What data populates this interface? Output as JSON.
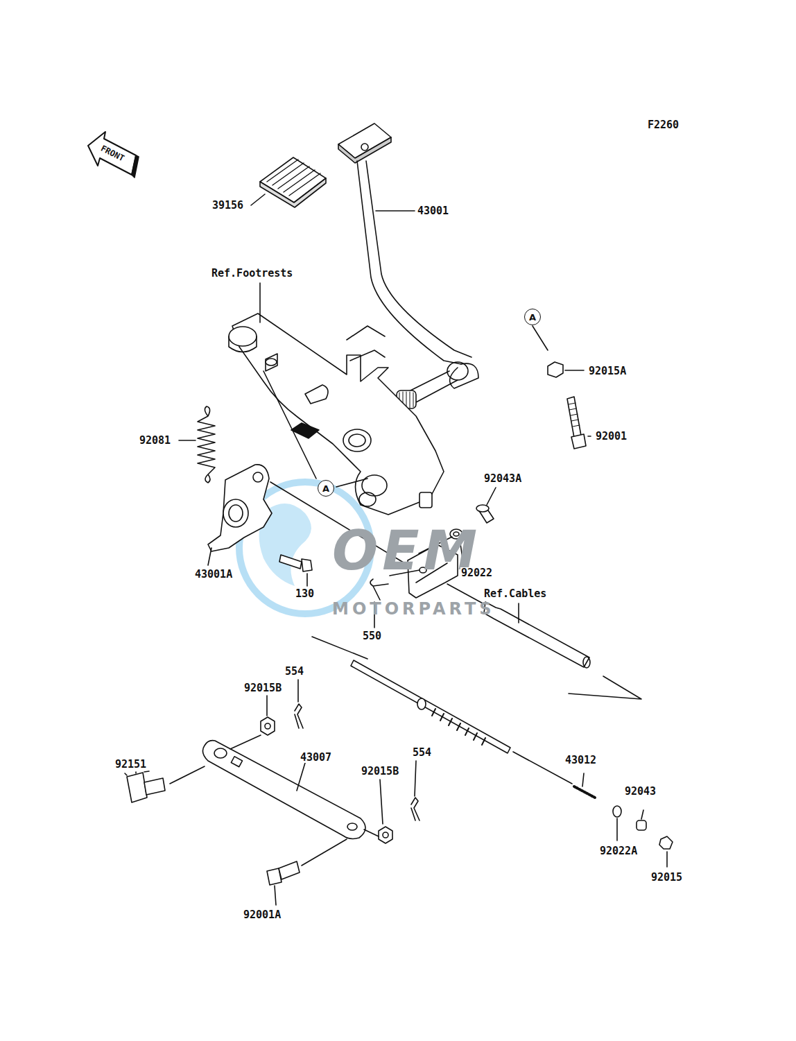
{
  "diagram": {
    "nodes": [
      {
        "text": [
          "A"
        ]
      },
      {
        "text": [
          "A"
        ]
      }
    ],
    "labels": [
      "F2260",
      "FRONT",
      "39156",
      "43001",
      "Ref.Footrests",
      "92015A",
      "92001",
      "92081",
      "92043A",
      "43001A",
      "92022",
      "Ref.Cables",
      "130",
      "550",
      "OEM",
      "MOTORPARTS",
      "554",
      "92015B",
      "554",
      "43007",
      "92151",
      "43012",
      "92015B",
      "92043",
      "92022A",
      "92015",
      "92001A"
    ]
  }
}
